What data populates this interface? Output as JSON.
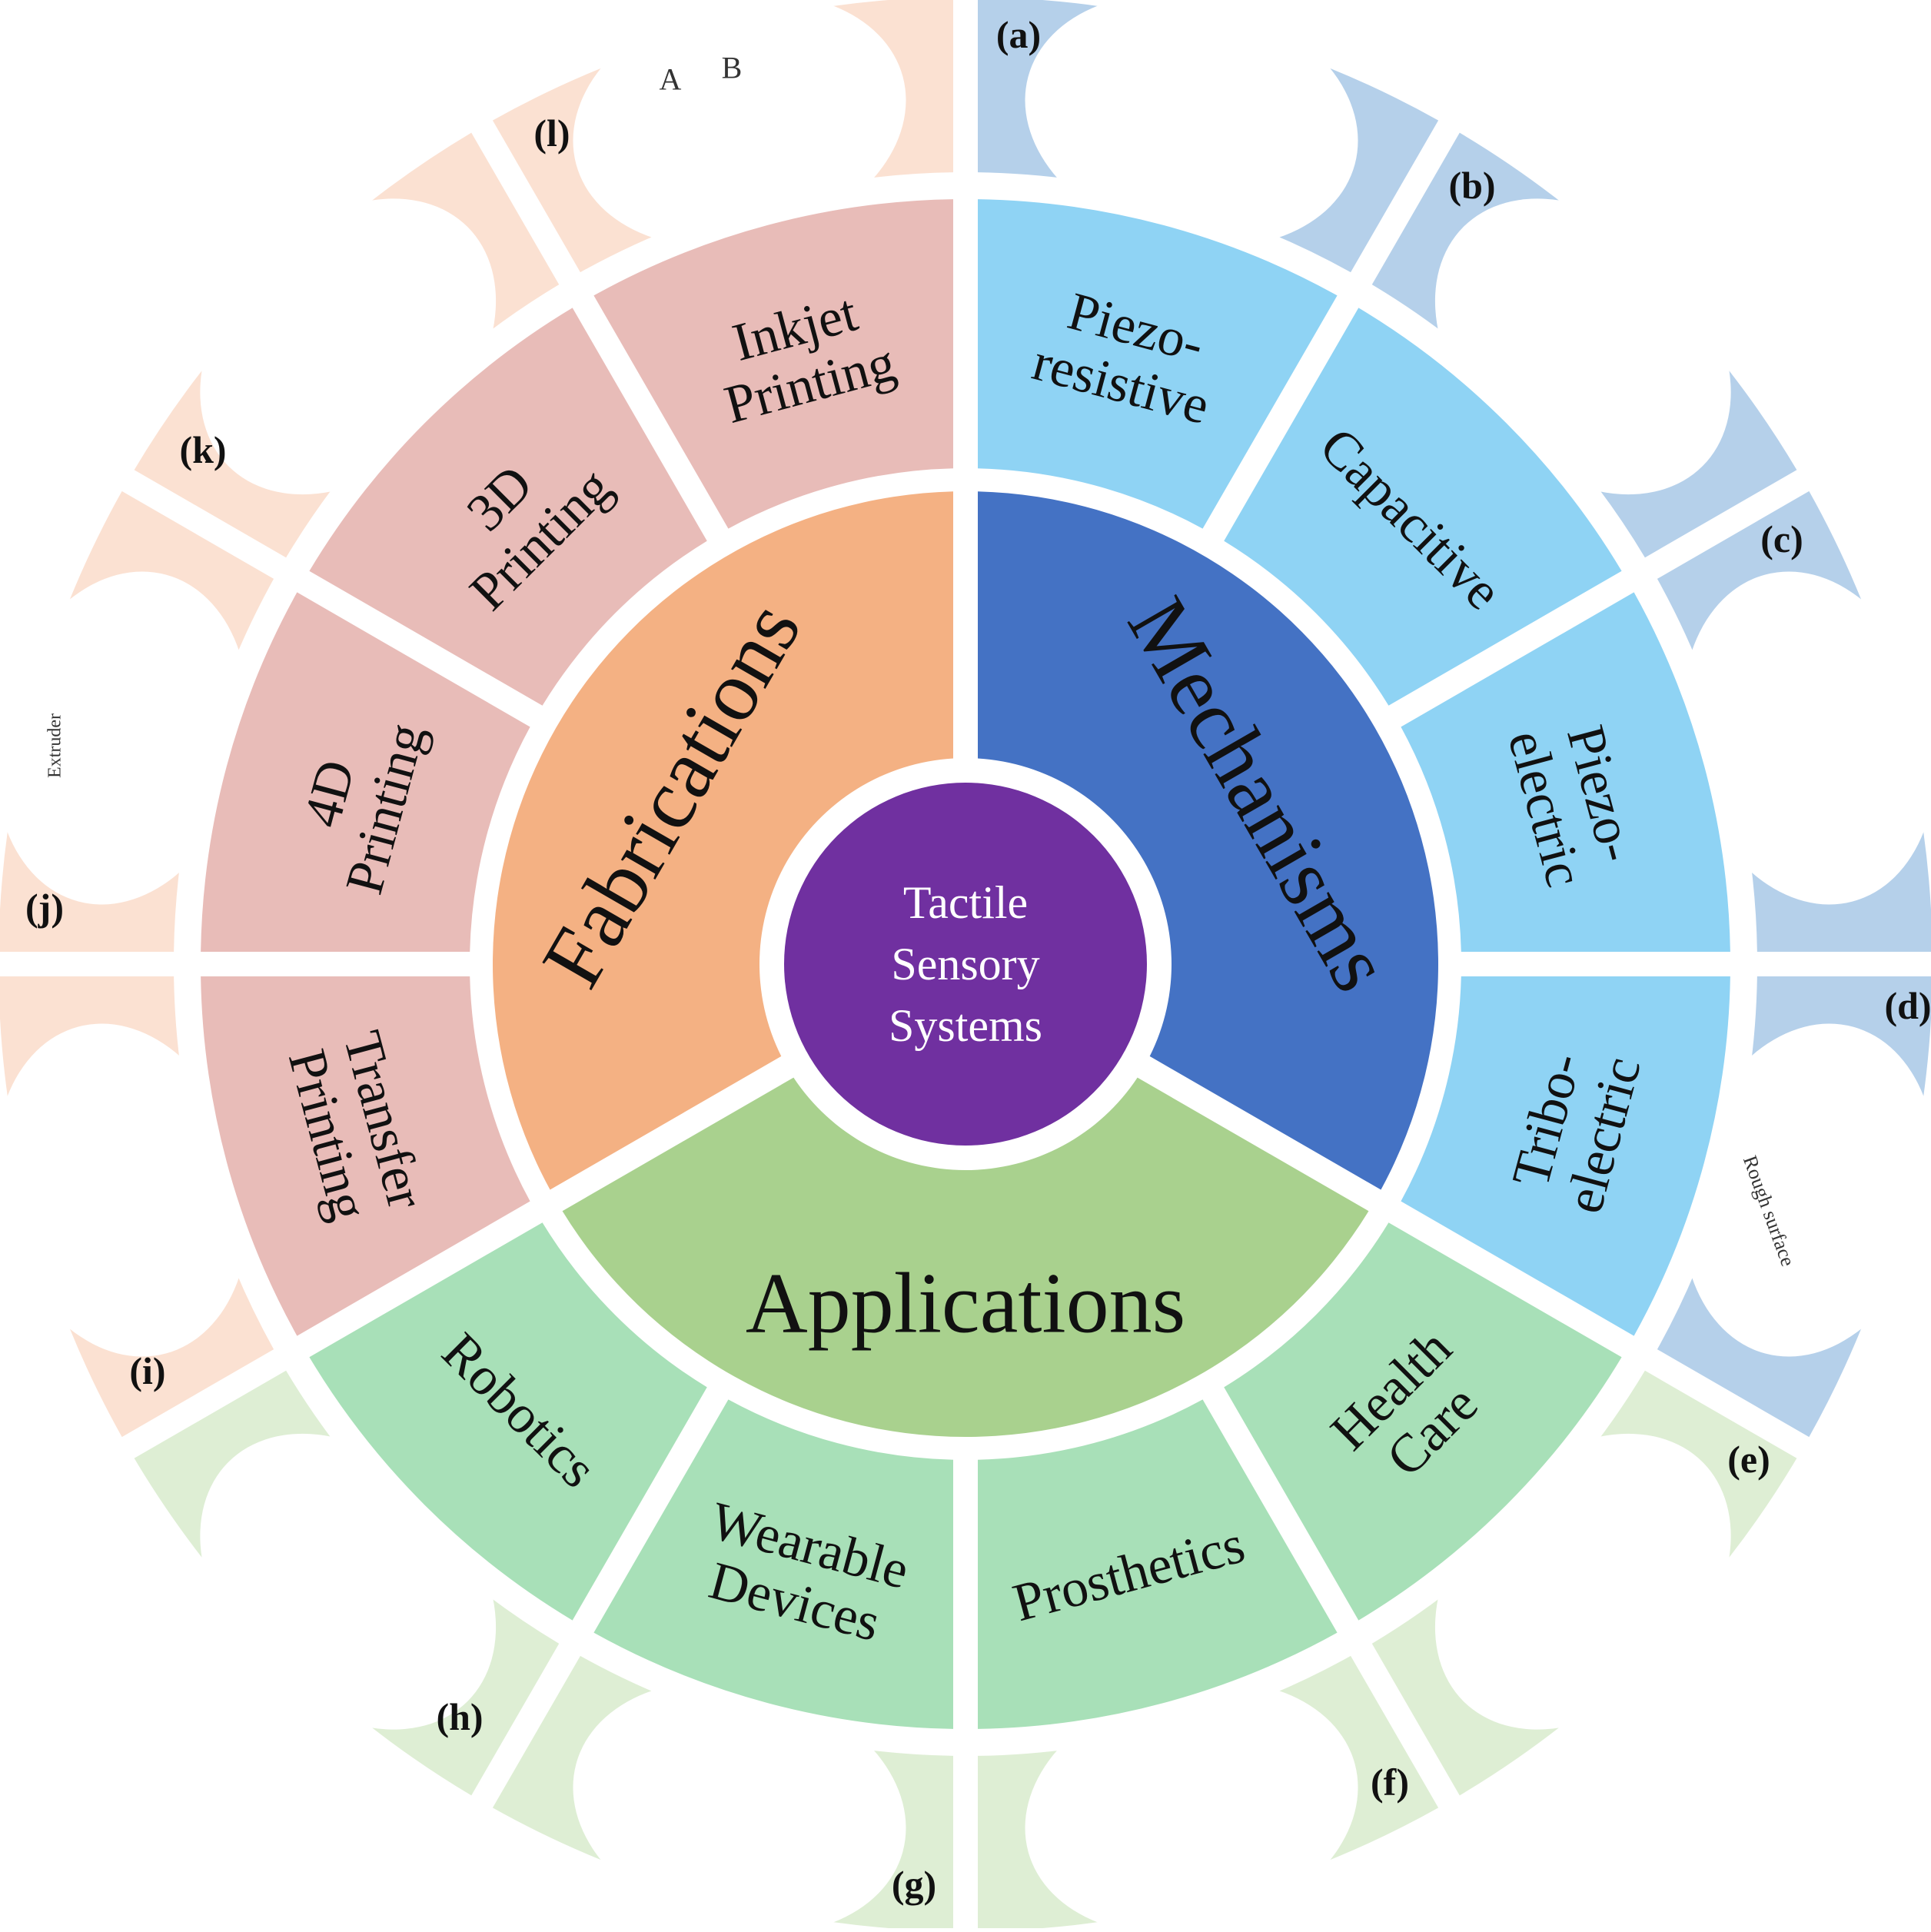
{
  "center": {
    "lines": [
      "Tactile",
      "Sensory",
      "Systems"
    ],
    "color": "#7030a0",
    "text_color": "#ffffff"
  },
  "categories": [
    {
      "id": "fabrications",
      "label": "Fabrications",
      "color": "#f4b183"
    },
    {
      "id": "mechanisms",
      "label": "Mechanisms",
      "color": "#4472c4"
    },
    {
      "id": "applications",
      "label": "Applications",
      "color": "#a9d18e"
    }
  ],
  "subcategories": {
    "fabrications": {
      "color": "#e8bcb8",
      "items": [
        {
          "lines": [
            "Transfer",
            "Printing"
          ]
        },
        {
          "lines": [
            "4D",
            "Printing"
          ]
        },
        {
          "lines": [
            "3D",
            "Printing"
          ]
        },
        {
          "lines": [
            "Inkjet",
            "Printing"
          ]
        }
      ]
    },
    "mechanisms": {
      "color": "#8fd3f4",
      "items": [
        {
          "lines": [
            "Piezo-",
            "resistive"
          ]
        },
        {
          "lines": [
            "Capacitive"
          ]
        },
        {
          "lines": [
            "Piezo-",
            "electric"
          ]
        },
        {
          "lines": [
            "Tribo-",
            "electric"
          ]
        }
      ]
    },
    "applications": {
      "color": "#a8e0b8",
      "items": [
        {
          "lines": [
            "Health",
            "Care"
          ]
        },
        {
          "lines": [
            "Prosthetics"
          ]
        },
        {
          "lines": [
            "Wearable",
            "Devices"
          ]
        },
        {
          "lines": [
            "Robotics"
          ]
        }
      ]
    }
  },
  "outer_ring": {
    "fabrications_color": "#fbe1d2",
    "mechanisms_color": "#b5d0ea",
    "applications_color": "#deeed4",
    "panels": [
      {
        "label": "(a)",
        "image": "flexible-piezoresistive-sensor-illustration"
      },
      {
        "label": "(b)",
        "image": "capacitive-sensor-array-illustration"
      },
      {
        "label": "(c)",
        "image": "piezoelectric-sensor-illustration"
      },
      {
        "label": "(d)",
        "image": "triboelectric-rough-surface-illustration"
      },
      {
        "label": "(e)",
        "image": "health-care-blood-vessel-illustration"
      },
      {
        "label": "(f)",
        "image": "prosthetic-arm-illustration"
      },
      {
        "label": "(g)",
        "image": "wearable-devices-illustration"
      },
      {
        "label": "(h)",
        "image": "robotic-hand-illustration"
      },
      {
        "label": "(i)",
        "image": "transfer-printing-illustration"
      },
      {
        "label": "(j)",
        "image": "4d-printing-extruder-illustration"
      },
      {
        "label": "(k)",
        "image": "3d-printing-illustration"
      },
      {
        "label": "(l)",
        "image": "inkjet-printing-nozzles-illustration"
      }
    ],
    "image_text": {
      "d_caption": "Rough surface",
      "j_caption": "Extruder",
      "l_nozzle_a": "A",
      "l_nozzle_b": "B"
    }
  }
}
